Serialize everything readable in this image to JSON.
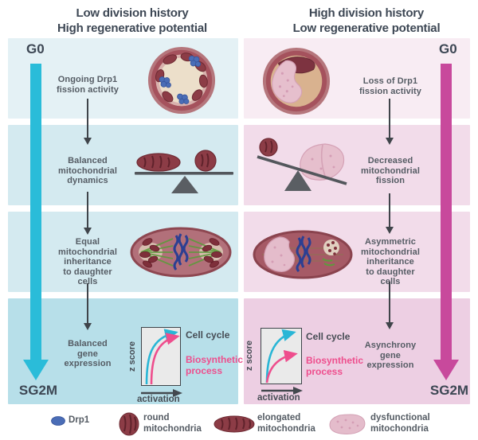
{
  "headers": {
    "left": {
      "line1": "Low division history",
      "line2": "High regenerative potential"
    },
    "right": {
      "line1": "High division history",
      "line2": "Low regenerative potential"
    }
  },
  "cycle": {
    "left": {
      "start": "G0",
      "end": "SG2M"
    },
    "right": {
      "start": "G0",
      "end": "SG2M"
    }
  },
  "left_steps": [
    {
      "label": "Ongoing Drp1\nfission activity"
    },
    {
      "label": "Balanced\nmitochondrial\ndynamics"
    },
    {
      "label": "Equal\nmitochondrial\ninheritance\nto daughter\ncells"
    },
    {
      "label": "Balanced\ngene\nexpression"
    }
  ],
  "right_steps": [
    {
      "label": "Loss of Drp1\nfission activity"
    },
    {
      "label": "Decreased\nmitochondrial\nfission"
    },
    {
      "label": "Asymmetric\nmitochondrial\ninheritance\nto daughter\ncells"
    },
    {
      "label": "Asynchrony\ngene\nexpression"
    }
  ],
  "charts": {
    "left": {
      "ylabel": "z score",
      "xlabel": "activation",
      "series1": "Cell cycle",
      "series2": "Biosynthetic\nprocess"
    },
    "right": {
      "ylabel": "z score",
      "xlabel": "activation",
      "series1": "Cell cycle",
      "series2": "Biosynthetic\nprocess"
    }
  },
  "legend": {
    "drp1": "Drp1",
    "round": "round\nmitochondria",
    "elongated": "elongated\nmitochondria",
    "dysfunctional": "dysfunctional\nmitochondria"
  },
  "colors": {
    "cyan_arrow": "#2abcd9",
    "magenta_arrow": "#c8499c",
    "cyan_curve": "#29b6d6",
    "pink_curve": "#ee4e8d",
    "drp1_blue": "#4a6db6",
    "panel_blue_light": "#e4f1f5",
    "panel_blue_mid": "#d4eaf0",
    "panel_blue_dark": "#b7dfe9",
    "panel_pink_light": "#f8ecf3",
    "panel_pink_mid": "#f2dcea",
    "panel_pink_dark": "#edcfe3"
  }
}
